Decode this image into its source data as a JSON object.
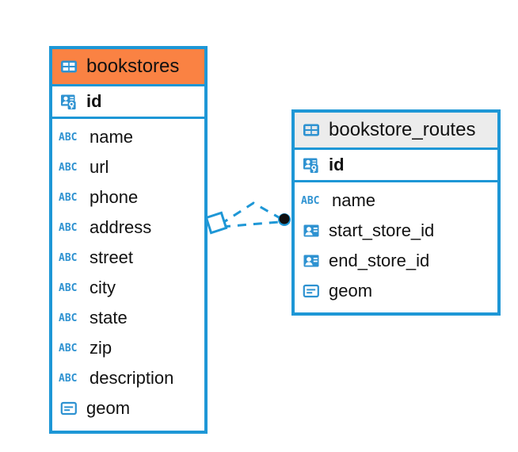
{
  "diagram": {
    "type": "entity-relationship-diagram",
    "background": "#ffffff",
    "colors": {
      "border": "#1e97d6",
      "accent_header": "#fa8243",
      "plain_header": "#ececec",
      "icon_blue": "#2e92d1",
      "text": "#111111",
      "connector": "#1e97d6",
      "connector_endpoint": "#101010"
    },
    "entities": [
      {
        "name": "bookstores",
        "header_style": "accent",
        "table_icon": "table-icon",
        "primary_key": {
          "label": "id",
          "icon": "primary-key-icon"
        },
        "fields": [
          {
            "label": "name",
            "icon": "abc-text-icon",
            "icon_text": "ABC"
          },
          {
            "label": "url",
            "icon": "abc-text-icon",
            "icon_text": "ABC"
          },
          {
            "label": "phone",
            "icon": "abc-text-icon",
            "icon_text": "ABC"
          },
          {
            "label": "address",
            "icon": "abc-text-icon",
            "icon_text": "ABC"
          },
          {
            "label": "street",
            "icon": "abc-text-icon",
            "icon_text": "ABC"
          },
          {
            "label": "city",
            "icon": "abc-text-icon",
            "icon_text": "ABC"
          },
          {
            "label": "state",
            "icon": "abc-text-icon",
            "icon_text": "ABC"
          },
          {
            "label": "zip",
            "icon": "abc-text-icon",
            "icon_text": "ABC"
          },
          {
            "label": "description",
            "icon": "abc-text-icon",
            "icon_text": "ABC"
          },
          {
            "label": "geom",
            "icon": "geometry-icon",
            "icon_text": ""
          }
        ]
      },
      {
        "name": "bookstore_routes",
        "header_style": "plain",
        "table_icon": "table-icon",
        "primary_key": {
          "label": "id",
          "icon": "primary-key-icon"
        },
        "fields": [
          {
            "label": "name",
            "icon": "abc-text-icon",
            "icon_text": "ABC"
          },
          {
            "label": "start_store_id",
            "icon": "foreign-key-icon",
            "icon_text": ""
          },
          {
            "label": "end_store_id",
            "icon": "foreign-key-icon",
            "icon_text": ""
          },
          {
            "label": "geom",
            "icon": "geometry-icon",
            "icon_text": ""
          }
        ]
      }
    ],
    "relationship": {
      "from": "bookstores",
      "to": "bookstore_routes",
      "line_style": "dashed",
      "source_endpoint": "diamond",
      "target_endpoint": "filled-circle"
    }
  }
}
